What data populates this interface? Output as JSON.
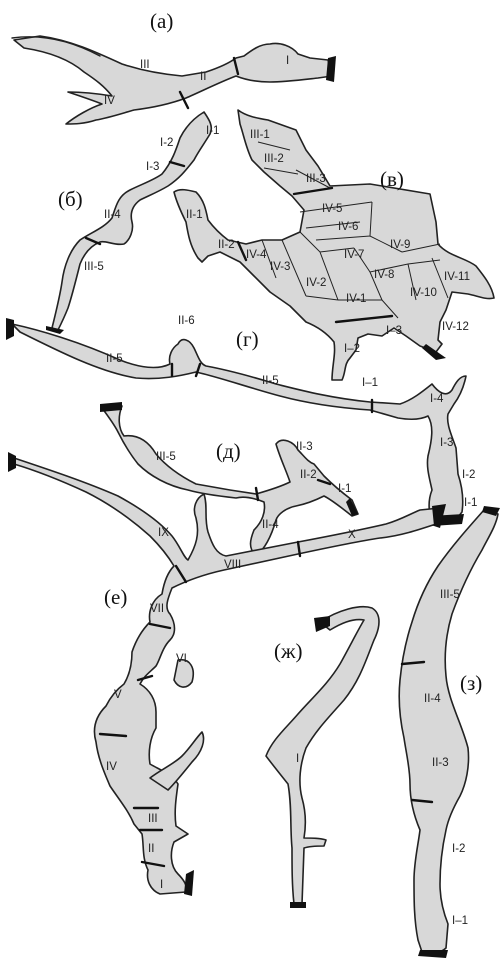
{
  "panels": [
    {
      "id": "a",
      "label": "(а)",
      "segments": [
        "I",
        "II",
        "III",
        "IV"
      ]
    },
    {
      "id": "b",
      "label": "(б)",
      "segments": [
        "I-1",
        "I-2",
        "I-3",
        "II-4",
        "III-5"
      ]
    },
    {
      "id": "v",
      "label": "(в)",
      "segments": [
        "III-1",
        "III-2",
        "III-3",
        "IV-5",
        "IV-6",
        "IV-7",
        "IV-8",
        "IV-9",
        "IV-10",
        "IV-11",
        "IV-12",
        "IV-1",
        "IV-2",
        "IV-3",
        "IV-4",
        "II-1",
        "II-2",
        "I–3",
        "I–2",
        "I–1"
      ]
    },
    {
      "id": "g",
      "label": "(г)",
      "segments": [
        "II-6",
        "II-5",
        "II-5",
        "I-4",
        "I-3",
        "I-2",
        "I-1"
      ]
    },
    {
      "id": "d",
      "label": "(д)",
      "segments": [
        "III-5",
        "II-3",
        "II-2",
        "II-4",
        "I-1"
      ]
    },
    {
      "id": "e",
      "label": "(е)",
      "segments": [
        "IX",
        "VIII",
        "X",
        "VII",
        "VI",
        "V",
        "IV",
        "III",
        "II",
        "I"
      ]
    },
    {
      "id": "zh",
      "label": "(ж)",
      "segments": [
        "I"
      ]
    },
    {
      "id": "z",
      "label": "(з)",
      "segments": [
        "III-5",
        "II-4",
        "II-3",
        "I-2",
        "I–1"
      ]
    }
  ]
}
